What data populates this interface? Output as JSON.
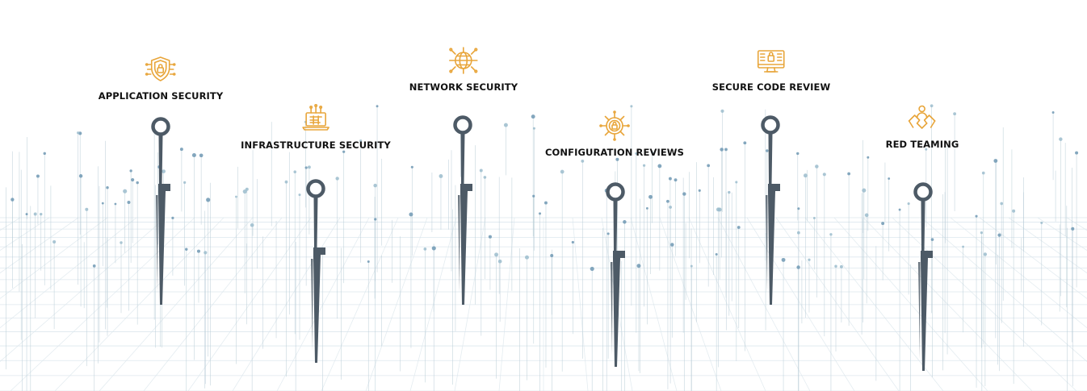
{
  "accent_color": "#e8a53a",
  "pin_color": "#4d5a66",
  "services": [
    {
      "label": "APPLICATION SECURITY",
      "icon": "shield-lock-icon"
    },
    {
      "label": "INFRASTRUCTURE SECURITY",
      "icon": "laptop-circuit-icon"
    },
    {
      "label": "NETWORK SECURITY",
      "icon": "globe-circuit-icon"
    },
    {
      "label": "CONFIGURATION REVIEWS",
      "icon": "lock-gear-icon"
    },
    {
      "label": "SECURE CODE REVIEW",
      "icon": "monitor-lock-icon"
    },
    {
      "label": "RED TEAMING",
      "icon": "hands-collaboration-icon"
    }
  ]
}
